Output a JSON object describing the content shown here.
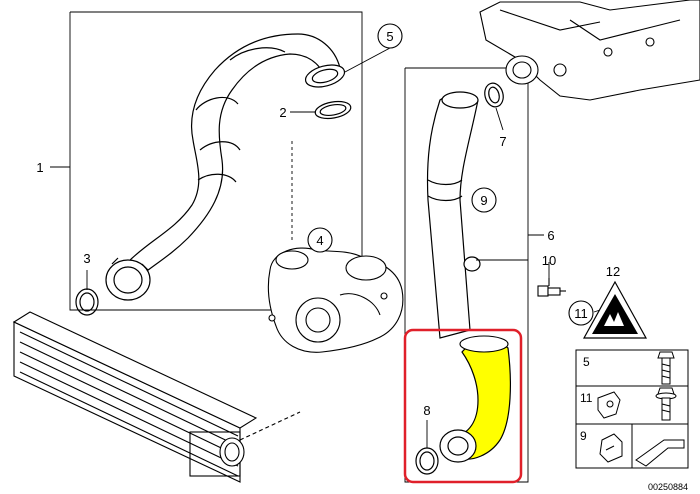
{
  "callouts": {
    "c1": "1",
    "c2": "2",
    "c3": "3",
    "c4": "4",
    "c5": "5",
    "c6": "6",
    "c7": "7",
    "c8": "8",
    "c9": "9",
    "c10": "10",
    "c11": "11",
    "c12": "12"
  },
  "legend": {
    "row5": "5",
    "row11": "11",
    "row9": "9"
  },
  "diagram_id": "00250884",
  "colors": {
    "highlight_fill": "#ffff00",
    "highlight_border": "#e0202a",
    "line": "#000000"
  }
}
